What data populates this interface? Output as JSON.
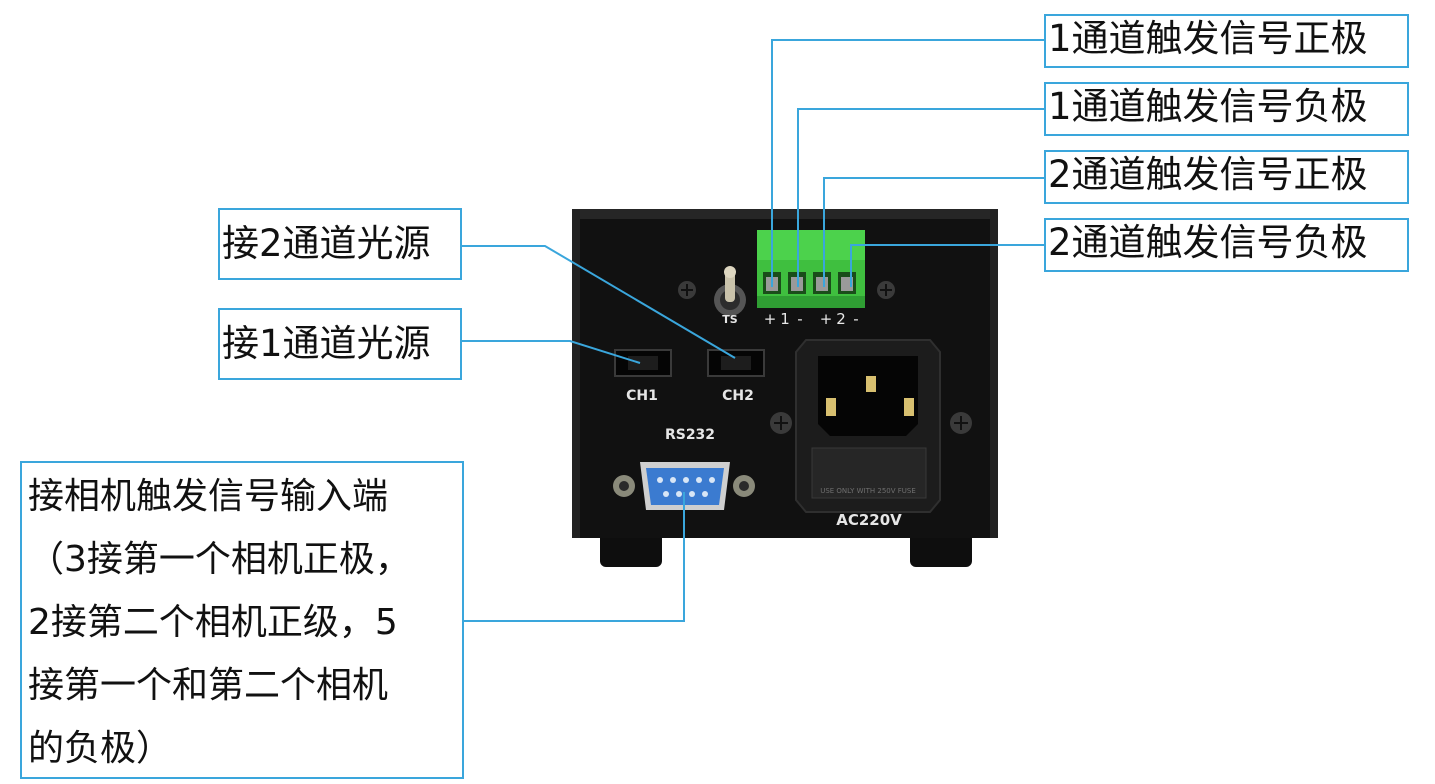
{
  "callouts": {
    "ch1_positive": "1通道触发信号正极",
    "ch1_negative": "1通道触发信号负极",
    "ch2_positive": "2通道触发信号正极",
    "ch2_negative": "2通道触发信号负极",
    "light_source_2": "接2通道光源",
    "light_source_1": "接1通道光源",
    "camera_input_lines": [
      "接相机触发信号输入端",
      "（3接第一个相机正极，",
      "2接第二个相机正级，5",
      "接第一个和第二个相机",
      "的负极）"
    ]
  },
  "device": {
    "switch_label": "TS",
    "terminal_labels": [
      "+",
      "1",
      "-",
      "+",
      "2",
      "-"
    ],
    "ch1_label": "CH1",
    "ch2_label": "CH2",
    "serial_port_label": "RS232",
    "power_label": "AC220V",
    "fuse_text": "USE ONLY WITH 250V FUSE"
  },
  "colors": {
    "callout_border": "#3aa6dc",
    "leader_line": "#3aa6dc",
    "enclosure": "#121212",
    "terminal_block": "#3fbf3f",
    "db9_connector": "#3b7bd0"
  }
}
